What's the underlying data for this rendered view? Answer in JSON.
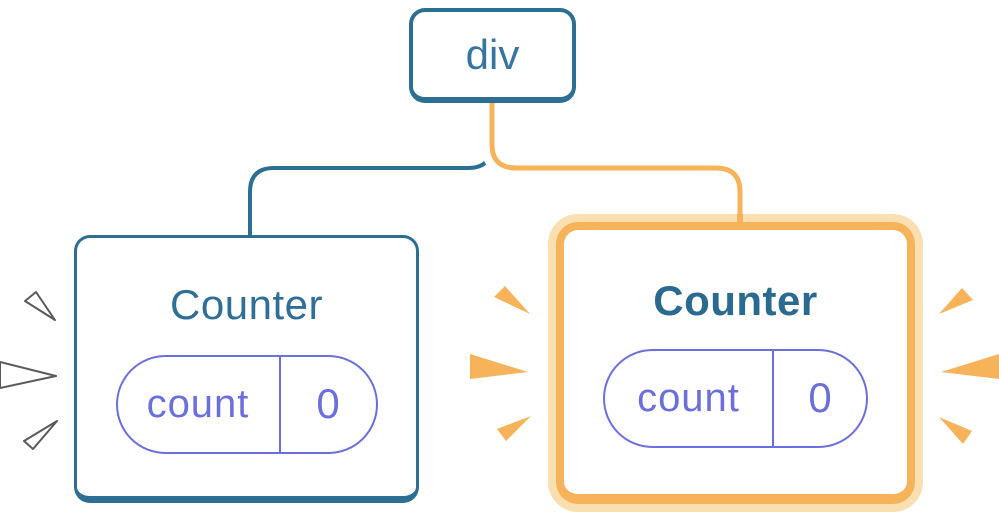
{
  "diagram": {
    "root": {
      "label": "div"
    },
    "children": [
      {
        "label": "Counter",
        "highlighted": false,
        "state": {
          "name": "count",
          "value": "0"
        }
      },
      {
        "label": "Counter",
        "highlighted": true,
        "state": {
          "name": "count",
          "value": "0"
        }
      }
    ],
    "colors": {
      "node_border_blue": "#2D6E93",
      "node_text_blue": "#2F6F97",
      "state_purple": "#6B6FDB",
      "highlight_orange": "#F6B359",
      "highlight_orange_light": "#FAE0B0",
      "spark_white": "#FFFFFF",
      "spark_outline_gray": "#5A5A5A",
      "background": "#FFFFFF"
    }
  }
}
